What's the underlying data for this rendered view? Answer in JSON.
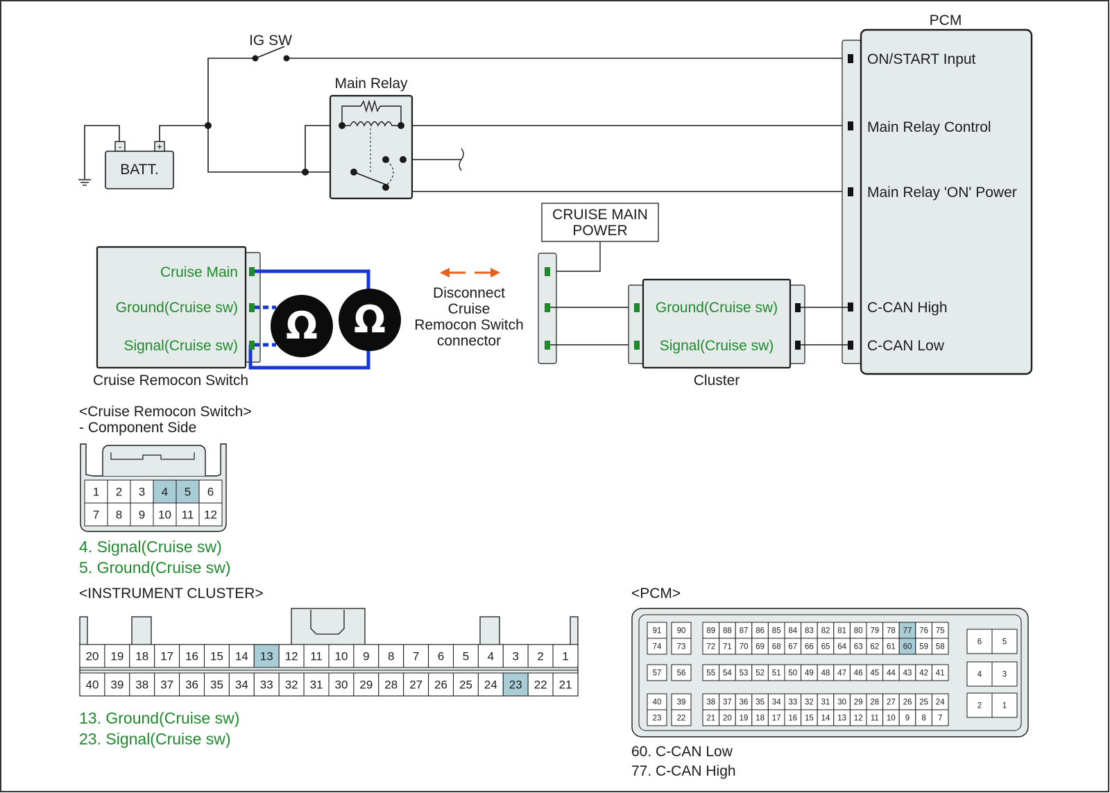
{
  "colors": {
    "box_fill": "#e4ebea",
    "pin_highlight": "#a9cdd6",
    "wire": "#1a1a1a",
    "meter_wire": "#1637d6",
    "terminal_green": "#1f8a2c",
    "arrow_orange": "#e8601c",
    "label_green": "#1f8a2c"
  },
  "icons": {
    "ohm_meter": "ohm-meter-icon",
    "ground": "ground-symbol-icon",
    "disconnect_arrow": "double-arrow-icon",
    "switch": "switch-icon",
    "relay": "relay-icon"
  },
  "top": {
    "ig_sw": "IG SW",
    "main_relay": "Main Relay",
    "batt": "BATT.",
    "batt_minus": "-",
    "batt_plus": "+",
    "cruise_main_power": [
      "CRUISE MAIN",
      "POWER"
    ],
    "disconnect": [
      "Disconnect",
      "Cruise",
      "Remocon Switch",
      "connector"
    ],
    "ohm": "Ω"
  },
  "pcm": {
    "title": "PCM",
    "terminals": [
      "ON/START Input",
      "Main Relay Control",
      "Main Relay 'ON' Power",
      "C-CAN High",
      "C-CAN Low"
    ]
  },
  "remocon": {
    "caption": "Cruise Remocon Switch",
    "terminals": [
      "Cruise Main",
      "Ground(Cruise sw)",
      "Signal(Cruise sw)"
    ]
  },
  "cluster": {
    "caption": "Cluster",
    "terminals": [
      "Ground(Cruise sw)",
      "Signal(Cruise sw)"
    ]
  },
  "remocon_connector": {
    "title": "<Cruise Remocon Switch>",
    "subtitle": "- Component Side",
    "rows": [
      [
        "1",
        "2",
        "3",
        "4",
        "5",
        "6"
      ],
      [
        "7",
        "8",
        "9",
        "10",
        "11",
        "12"
      ]
    ],
    "highlighted": [
      "4",
      "5"
    ],
    "legend": [
      "4. Signal(Cruise sw)",
      "5. Ground(Cruise sw)"
    ]
  },
  "cluster_connector": {
    "title": "<INSTRUMENT CLUSTER>",
    "rows": [
      [
        "20",
        "19",
        "18",
        "17",
        "16",
        "15",
        "14",
        "13",
        "12",
        "11",
        "10",
        "9",
        "8",
        "7",
        "6",
        "5",
        "4",
        "3",
        "2",
        "1"
      ],
      [
        "40",
        "39",
        "38",
        "37",
        "36",
        "35",
        "34",
        "33",
        "32",
        "31",
        "30",
        "29",
        "28",
        "27",
        "26",
        "25",
        "24",
        "23",
        "22",
        "21"
      ]
    ],
    "highlighted": [
      "13",
      "23"
    ],
    "legend": [
      "13. Ground(Cruise sw)",
      "23. Signal(Cruise sw)"
    ]
  },
  "pcm_connector": {
    "title": "<PCM>",
    "left_rows": [
      [
        "91",
        "90",
        "89",
        "88",
        "87",
        "86",
        "85",
        "84",
        "83",
        "82",
        "81",
        "80",
        "79",
        "78",
        "77",
        "76",
        "75"
      ],
      [
        "74",
        "73",
        "72",
        "71",
        "70",
        "69",
        "68",
        "67",
        "66",
        "65",
        "64",
        "63",
        "62",
        "61",
        "60",
        "59",
        "58"
      ],
      [
        "57",
        "56",
        "55",
        "54",
        "53",
        "52",
        "51",
        "50",
        "49",
        "48",
        "47",
        "46",
        "45",
        "44",
        "43",
        "42",
        "41"
      ],
      [
        "40",
        "39",
        "38",
        "37",
        "36",
        "35",
        "34",
        "33",
        "32",
        "31",
        "30",
        "29",
        "28",
        "27",
        "26",
        "25",
        "24"
      ],
      [
        "23",
        "22",
        "21",
        "20",
        "19",
        "18",
        "17",
        "16",
        "15",
        "14",
        "13",
        "12",
        "11",
        "10",
        "9",
        "8",
        "7"
      ]
    ],
    "right_rows": [
      [
        "6",
        "5"
      ],
      [
        "4",
        "3"
      ],
      [
        "2",
        "1"
      ]
    ],
    "highlighted": [
      "77",
      "60"
    ],
    "legend": [
      "60. C-CAN Low",
      "77. C-CAN High"
    ]
  }
}
